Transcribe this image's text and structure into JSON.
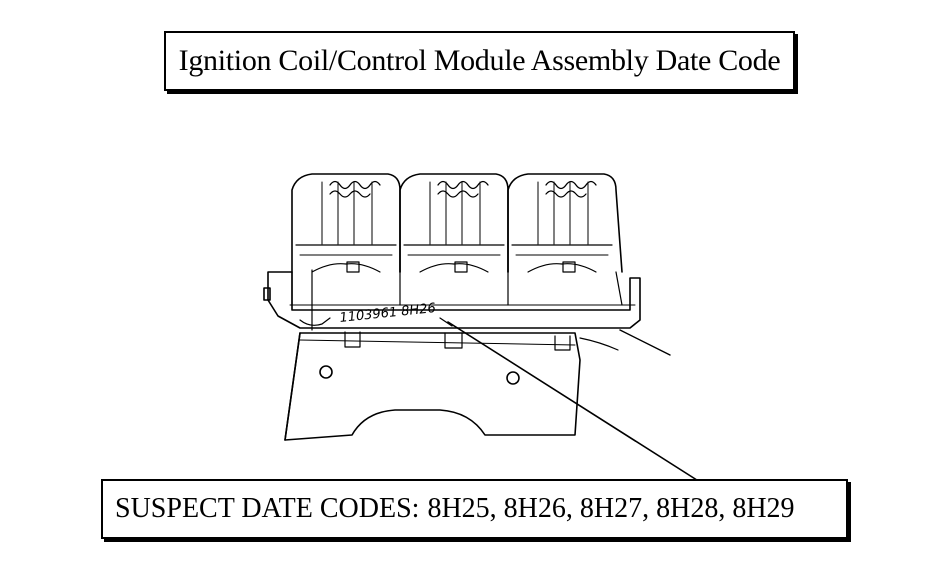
{
  "title": "Ignition Coil/Control Module Assembly Date Code",
  "part_stamp": {
    "part_number": "1103961",
    "date_code": "8H26"
  },
  "suspect": {
    "label": "SUSPECT DATE CODES:",
    "codes_text": "8H25, 8H26, 8H27, 8H28, 8H29"
  }
}
